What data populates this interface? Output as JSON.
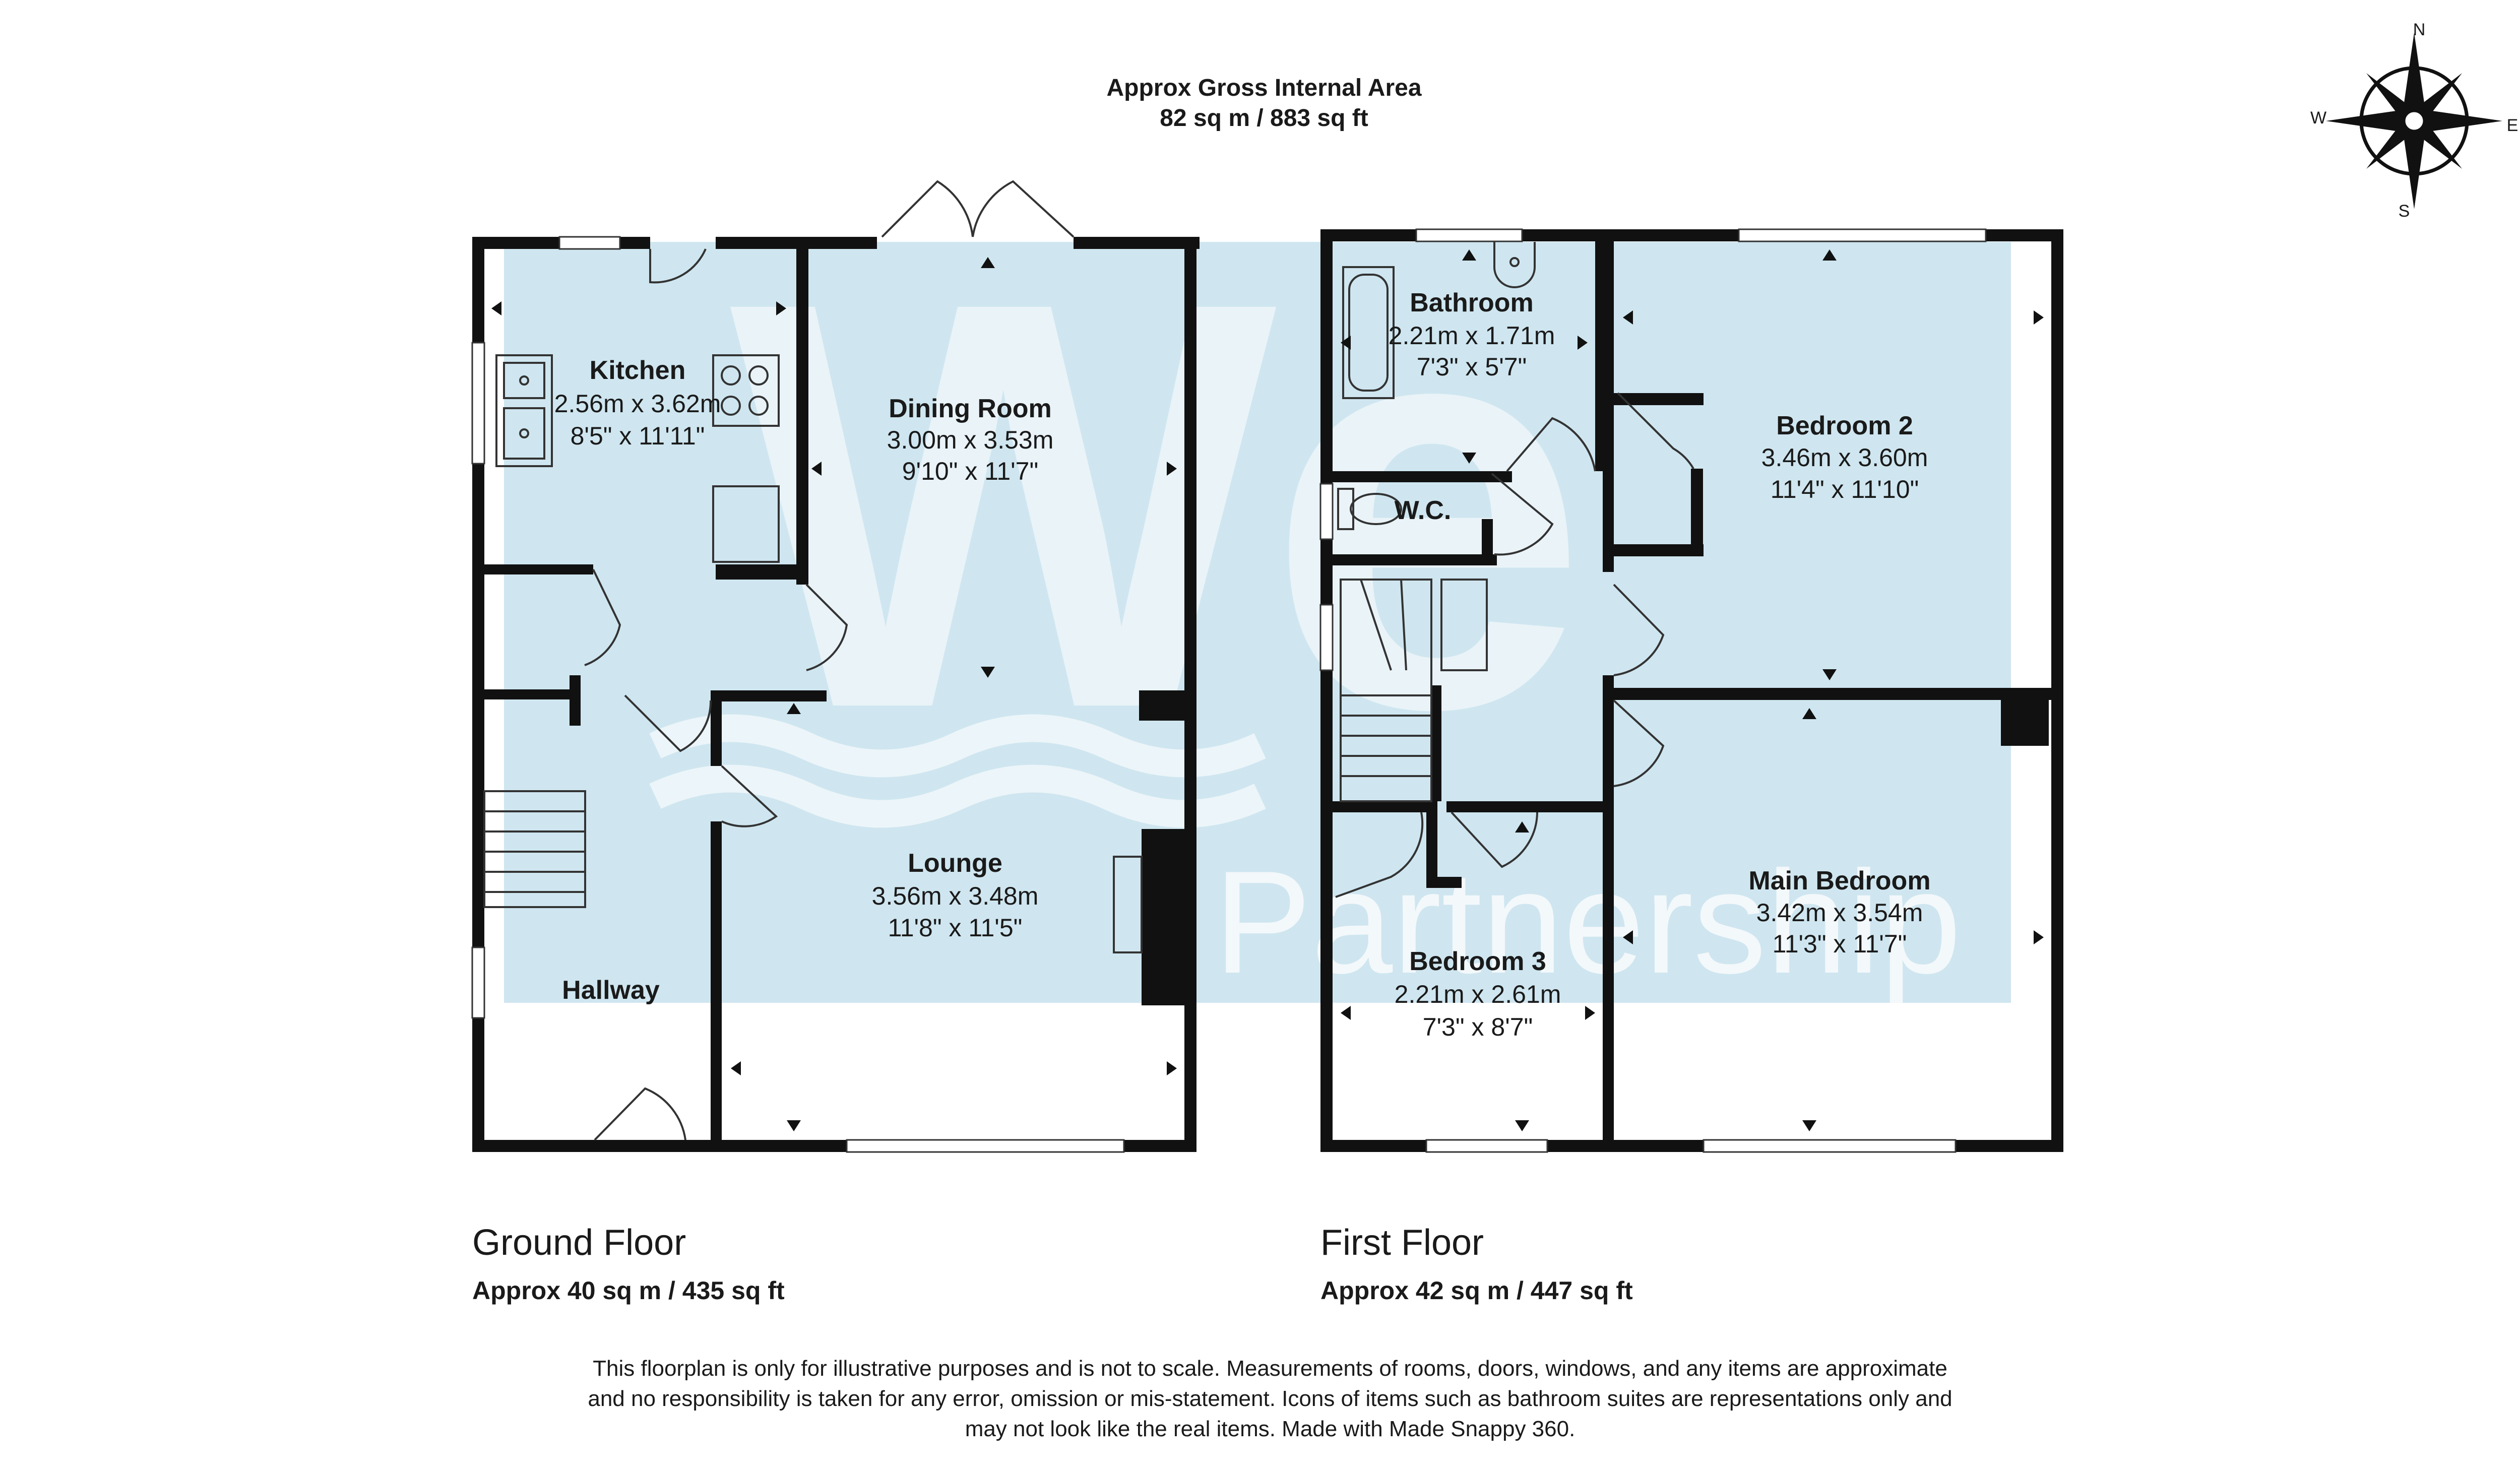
{
  "header": {
    "line1": "Approx Gross Internal Area",
    "line2": "82 sq m / 883 sq ft"
  },
  "compass": {
    "n": "N",
    "e": "E",
    "s": "S",
    "w": "W"
  },
  "watermark": {
    "logo_text": "We",
    "subtitle": "Partnership",
    "color": "#cfe6f0"
  },
  "ground_floor": {
    "title": "Ground Floor",
    "area": "Approx 40 sq m / 435 sq ft",
    "rooms": {
      "kitchen": {
        "name": "Kitchen",
        "metric": "2.56m x 3.62m",
        "imperial": "8'5\" x 11'11\""
      },
      "dining": {
        "name": "Dining Room",
        "metric": "3.00m x 3.53m",
        "imperial": "9'10\" x 11'7\""
      },
      "lounge": {
        "name": "Lounge",
        "metric": "3.56m x 3.48m",
        "imperial": "11'8\" x 11'5\""
      },
      "hallway": {
        "name": "Hallway"
      }
    }
  },
  "first_floor": {
    "title": "First Floor",
    "area": "Approx 42 sq m / 447 sq ft",
    "rooms": {
      "bathroom": {
        "name": "Bathroom",
        "metric": "2.21m x 1.71m",
        "imperial": "7'3\" x 5'7\""
      },
      "wc": {
        "name": "W.C."
      },
      "bedroom2": {
        "name": "Bedroom 2",
        "metric": "3.46m x 3.60m",
        "imperial": "11'4\" x 11'10\""
      },
      "main": {
        "name": "Main Bedroom",
        "metric": "3.42m x 3.54m",
        "imperial": "11'3\" x 11'7\""
      },
      "bedroom3": {
        "name": "Bedroom 3",
        "metric": "2.21m x 2.61m",
        "imperial": "7'3\" x 8'7\""
      }
    }
  },
  "disclaimer": {
    "line1": "This floorplan is only for illustrative purposes and is not to scale. Measurements of rooms, doors, windows, and any items are approximate",
    "line2": "and no responsibility is taken for any error, omission or mis-statement. Icons of items such as bathroom suites are representations only and",
    "line3": "may not look like the real items. Made with Made Snappy 360."
  }
}
